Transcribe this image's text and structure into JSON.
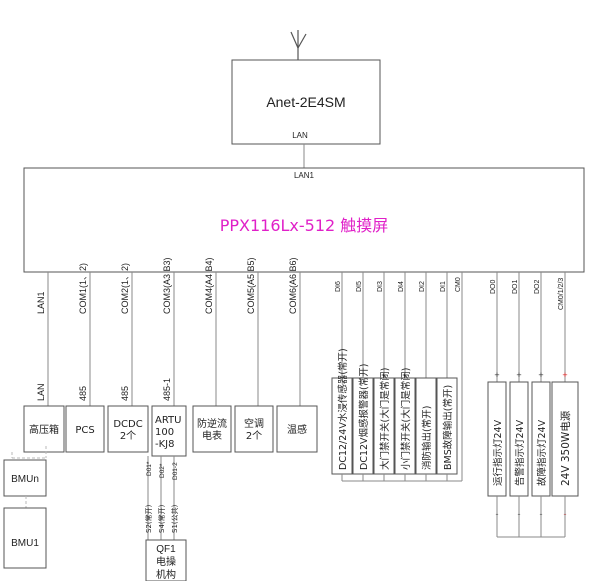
{
  "gateway": {
    "name": "Anet-2E4SM",
    "port": "LAN"
  },
  "screen": {
    "lan_label": "LAN1",
    "title": "PPX116Lx-512 触摸屏",
    "title_color": "#e020c8"
  },
  "ports": [
    {
      "port": "LAN1",
      "protocol": "LAN",
      "device": [
        "高压箱"
      ]
    },
    {
      "port": "COM1(1、2)",
      "protocol": "485",
      "device": [
        "PCS"
      ]
    },
    {
      "port": "COM2(1、2)",
      "protocol": "485",
      "device": [
        "DCDC",
        "2个"
      ]
    },
    {
      "port": "COM3(A3 B3)",
      "protocol": "485-1",
      "device": [
        "ARTU",
        "100",
        "-KJ8"
      ]
    },
    {
      "port": "COM4(A4 B4)",
      "protocol": "",
      "device": [
        "防逆流",
        "电表"
      ]
    },
    {
      "port": "COM5(A5 B5)",
      "protocol": "",
      "device": [
        "空调",
        "2个"
      ]
    },
    {
      "port": "COM6(A6 B6)",
      "protocol": "",
      "device": [
        "温感"
      ]
    }
  ],
  "bmu": [
    "BMUn",
    "BMU1"
  ],
  "artu": {
    "outputs": [
      "D01*",
      "D02*",
      "D01-2"
    ],
    "switches": [
      "S2(常开)",
      "S4(常开)",
      "S1(公共)"
    ],
    "breaker": [
      "QF1",
      "电操",
      "机构"
    ]
  },
  "digital_inputs": [
    {
      "pin": "DI6",
      "device": "DC12/24V水浸传感器(常开)"
    },
    {
      "pin": "DI5",
      "device": "DC12V烟感报警器(常开)"
    },
    {
      "pin": "DI3",
      "device": "大门禁开关(大门是常闭)"
    },
    {
      "pin": "DI4",
      "device": "小门禁开关(大门是常闭)"
    },
    {
      "pin": "DI2",
      "device": "消防输出(常开)"
    },
    {
      "pin": "DI1",
      "device": "BMS故障输出(常开)"
    }
  ],
  "di_common": "CM0",
  "digital_outputs": [
    {
      "pin": "DO0",
      "device": "运行指示灯24V"
    },
    {
      "pin": "DO1",
      "device": "告警指示灯24V"
    },
    {
      "pin": "DO2",
      "device": "故障指示灯24V"
    },
    {
      "pin": "CM0/1/2/3",
      "device": "24V 350W电源"
    }
  ],
  "polarity": {
    "plus": "+",
    "minus": "-"
  },
  "colors": {
    "positive": "#e02020",
    "negative": "#333333"
  }
}
